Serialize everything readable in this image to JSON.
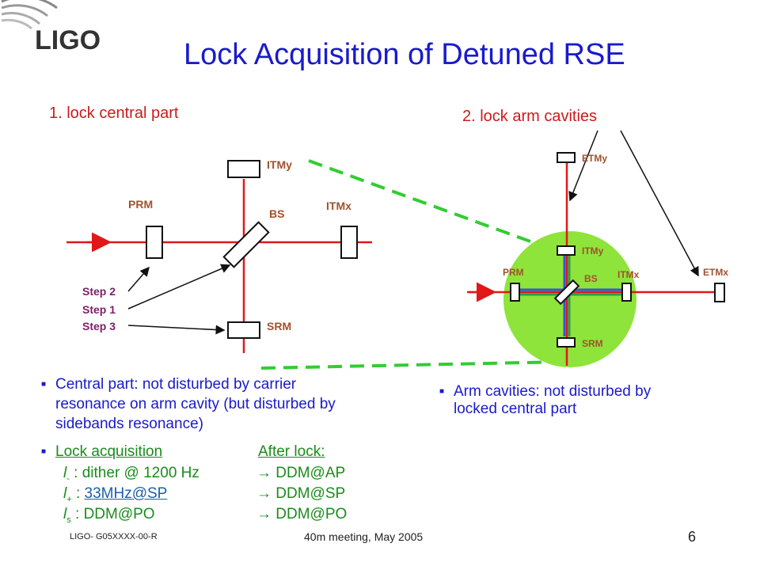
{
  "logo_text": "LIGO",
  "title": "Lock Acquisition of Detuned RSE",
  "section1": "1. lock central part",
  "section2": "2. lock arm cavities",
  "left_diagram": {
    "itmy": "ITMy",
    "itmx": "ITMx",
    "prm": "PRM",
    "bs": "BS",
    "srm": "SRM",
    "step2": "Step 2",
    "step1": "Step 1",
    "step3": "Step 3"
  },
  "right_diagram": {
    "etmy": "ETMy",
    "etmx": "ETMx",
    "itmy": "ITMy",
    "itmx": "ITMx",
    "prm": "PRM",
    "bs": "BS",
    "srm": "SRM"
  },
  "bullets": {
    "central": [
      "Central part: not disturbed by carrier",
      "resonance on arm cavity (but disturbed by",
      "sidebands resonance)"
    ],
    "arm": [
      "Arm cavities: not disturbed by",
      "locked central part"
    ],
    "lock_acq": "Lock acquisition",
    "after_lock": "After lock:",
    "rows": [
      {
        "sym": "l",
        "sub": "-",
        "val": " : dither @ 1200 Hz",
        "after": "DDM@AP"
      },
      {
        "sym": "l",
        "sub": "+",
        "val": "33MHz@SP",
        "after": "DDM@SP"
      },
      {
        "sym": "l",
        "sub": "s",
        "val": " : DDM@PO",
        "after": "DDM@PO"
      }
    ],
    "arrow": "→"
  },
  "footer": {
    "left": "LIGO- G05XXXX-00-R",
    "center": "40m meeting, May 2005",
    "page": "6"
  },
  "colors": {
    "title": "#1a1acc",
    "beam": "#e01818",
    "green_region": "#8ee43a",
    "dashed": "#33cc33",
    "step_text": "#7a1f6a",
    "label": "#a0522d"
  }
}
